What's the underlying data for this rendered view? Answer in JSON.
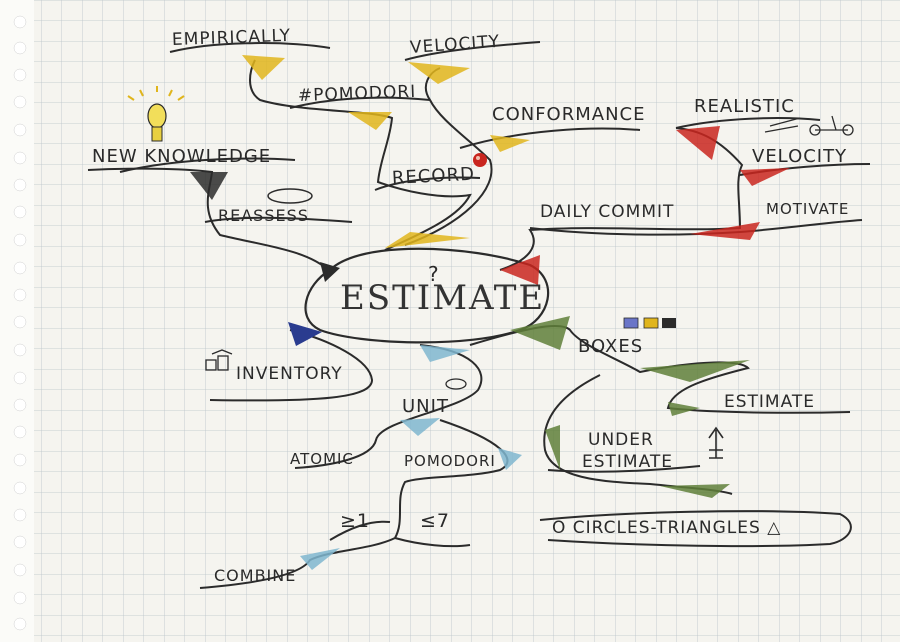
{
  "diagram": {
    "center": "ESTIMATE",
    "center_mark": "?",
    "nodes": {
      "empirically": "EMPIRICALLY",
      "pomodori_hash": "#POMODORI",
      "velocity_top": "VELOCITY",
      "conformance": "CONFORMANCE",
      "new_knowledge": "NEW KNOWLEDGE",
      "reassess": "REASSESS",
      "record": "RECORD",
      "realistic": "REALISTIC",
      "velocity_red": "VELOCITY",
      "daily_commit": "DAILY COMMIT",
      "motivate": "MOTIVATE",
      "inventory": "INVENTORY",
      "unit": "UNIT",
      "atomic": "ATOMIC",
      "pomodori": "POMODORI",
      "ge1": "≥1",
      "le7": "≤7",
      "combine": "COMBINE",
      "boxes": "BOXES",
      "estimate_green": "ESTIMATE",
      "under": "UNDER",
      "estimate_under": "ESTIMATE",
      "circles_triangles": "O CIRCLES-TRIANGLES △"
    },
    "branch_colors": {
      "yellow": "#e0b51c",
      "black": "#2b2b2b",
      "red": "#c9261f",
      "blue": "#2a3c8f",
      "lightblue": "#7fb6cf",
      "green": "#5f7f3a"
    },
    "icons": [
      "lightbulb-icon",
      "tomato-icon",
      "boxes-squares-icon",
      "up-down-arrow-icon",
      "inventory-icon"
    ]
  }
}
